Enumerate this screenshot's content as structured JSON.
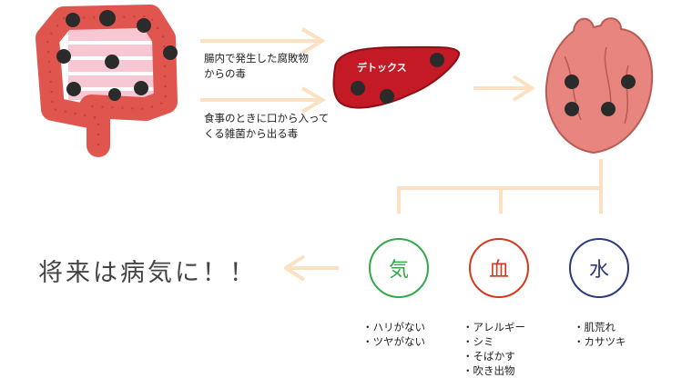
{
  "labels": {
    "intestine_toxin": [
      "腸内で発生した腐敗物",
      "からの毒"
    ],
    "food_toxin": [
      "食事のときに口から入って",
      "くる雑菌から出る毒"
    ],
    "detox": "デトックス",
    "final": "将来は病気に！！"
  },
  "categories": [
    {
      "char": "気",
      "color": "#35a84a",
      "symptoms": [
        "・ハリがない",
        "・ツヤがない"
      ]
    },
    {
      "char": "血",
      "color": "#d23a1e",
      "symptoms": [
        "・アレルギー",
        "・シミ",
        "・そばかす",
        "・吹き出物"
      ]
    },
    {
      "char": "水",
      "color": "#2b3a7a",
      "symptoms": [
        "・肌荒れ",
        "・カサツキ"
      ]
    }
  ],
  "colors": {
    "arrow": "#fbe0c2",
    "toxin": "#2b2b2b",
    "liver": "#c41a26",
    "intestine": "#e0564f",
    "heart": "#e9857f"
  },
  "icons": [
    "intestine-icon",
    "liver-icon",
    "heart-icon",
    "toxin-icon"
  ]
}
